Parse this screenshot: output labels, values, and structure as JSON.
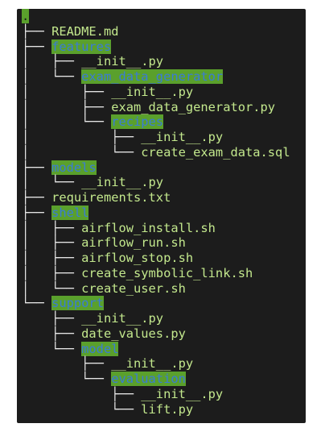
{
  "tree": [
    {
      "prefix": "",
      "name": ".",
      "kind": "root"
    },
    {
      "prefix": "├── ",
      "name": "README.md",
      "kind": "file"
    },
    {
      "prefix": "├── ",
      "name": "features",
      "kind": "dir"
    },
    {
      "prefix": "│   ├── ",
      "name": "__init__.py",
      "kind": "file"
    },
    {
      "prefix": "│   └── ",
      "name": "exam_data_generator",
      "kind": "dir"
    },
    {
      "prefix": "│       ├── ",
      "name": "__init__.py",
      "kind": "file"
    },
    {
      "prefix": "│       ├── ",
      "name": "exam_data_generator.py",
      "kind": "file"
    },
    {
      "prefix": "│       └── ",
      "name": "recipes",
      "kind": "dir"
    },
    {
      "prefix": "│           ├── ",
      "name": "__init__.py",
      "kind": "file"
    },
    {
      "prefix": "│           └── ",
      "name": "create_exam_data.sql",
      "kind": "file"
    },
    {
      "prefix": "├── ",
      "name": "models",
      "kind": "dir"
    },
    {
      "prefix": "│   └── ",
      "name": "__init__.py",
      "kind": "file"
    },
    {
      "prefix": "├── ",
      "name": "requirements.txt",
      "kind": "file"
    },
    {
      "prefix": "├── ",
      "name": "shell",
      "kind": "dir"
    },
    {
      "prefix": "│   ├── ",
      "name": "airflow_install.sh",
      "kind": "file"
    },
    {
      "prefix": "│   ├── ",
      "name": "airflow_run.sh",
      "kind": "file"
    },
    {
      "prefix": "│   ├── ",
      "name": "airflow_stop.sh",
      "kind": "file"
    },
    {
      "prefix": "│   ├── ",
      "name": "create_symbolic_link.sh",
      "kind": "file"
    },
    {
      "prefix": "│   └── ",
      "name": "create_user.sh",
      "kind": "file"
    },
    {
      "prefix": "└── ",
      "name": "support",
      "kind": "dir"
    },
    {
      "prefix": "    ├── ",
      "name": "__init__.py",
      "kind": "file"
    },
    {
      "prefix": "    ├── ",
      "name": "date_values.py",
      "kind": "file"
    },
    {
      "prefix": "    └── ",
      "name": "model",
      "kind": "dir"
    },
    {
      "prefix": "        ├── ",
      "name": "__init__.py",
      "kind": "file"
    },
    {
      "prefix": "        └── ",
      "name": "evaluation",
      "kind": "dir"
    },
    {
      "prefix": "            ├── ",
      "name": "__init__.py",
      "kind": "file"
    },
    {
      "prefix": "            └── ",
      "name": "lift.py",
      "kind": "file"
    }
  ],
  "colors": {
    "background": "#1c1c1c",
    "file_text": "#c3e88d",
    "dir_text": "#3a7bd5",
    "dir_highlight": "#5aa02c",
    "branch_lines": "#e8e8e8"
  }
}
